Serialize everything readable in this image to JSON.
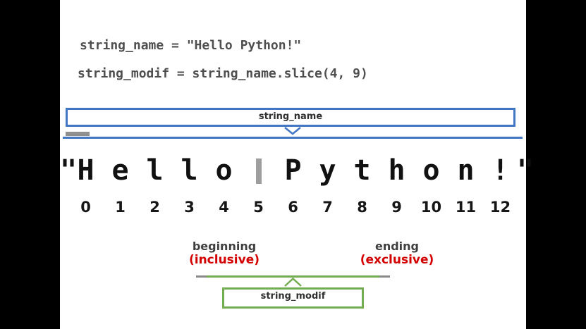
{
  "colors": {
    "background": "#000000",
    "panel": "#ffffff",
    "blue_accent": "#4276c4",
    "green_accent": "#74ad51",
    "red_accent": "#d40000",
    "code_gray": "#4f4f4f",
    "char_black": "#111111",
    "space_bar_gray": "#9e9e9e"
  },
  "code": {
    "line1": "string_name = \"Hello Python!\"",
    "line2": "string_modif = string_name.slice(4, 9)"
  },
  "string_box": {
    "label": "string_name"
  },
  "string_row": {
    "open_quote": "\"",
    "close_quote": "\"",
    "characters": [
      "H",
      "e",
      "l",
      "l",
      "o",
      " ",
      "P",
      "y",
      "t",
      "h",
      "o",
      "n",
      "!"
    ]
  },
  "index_row": {
    "indices": [
      "0",
      "1",
      "2",
      "3",
      "4",
      "5",
      "6",
      "7",
      "8",
      "9",
      "10",
      "11",
      "12"
    ]
  },
  "annotations": {
    "start": {
      "title": "beginning",
      "subtitle": "(inclusive)",
      "index": 4
    },
    "end": {
      "title": "ending",
      "subtitle": "(exclusive)",
      "index": 9
    }
  },
  "slice_box": {
    "label": "string_modif"
  }
}
